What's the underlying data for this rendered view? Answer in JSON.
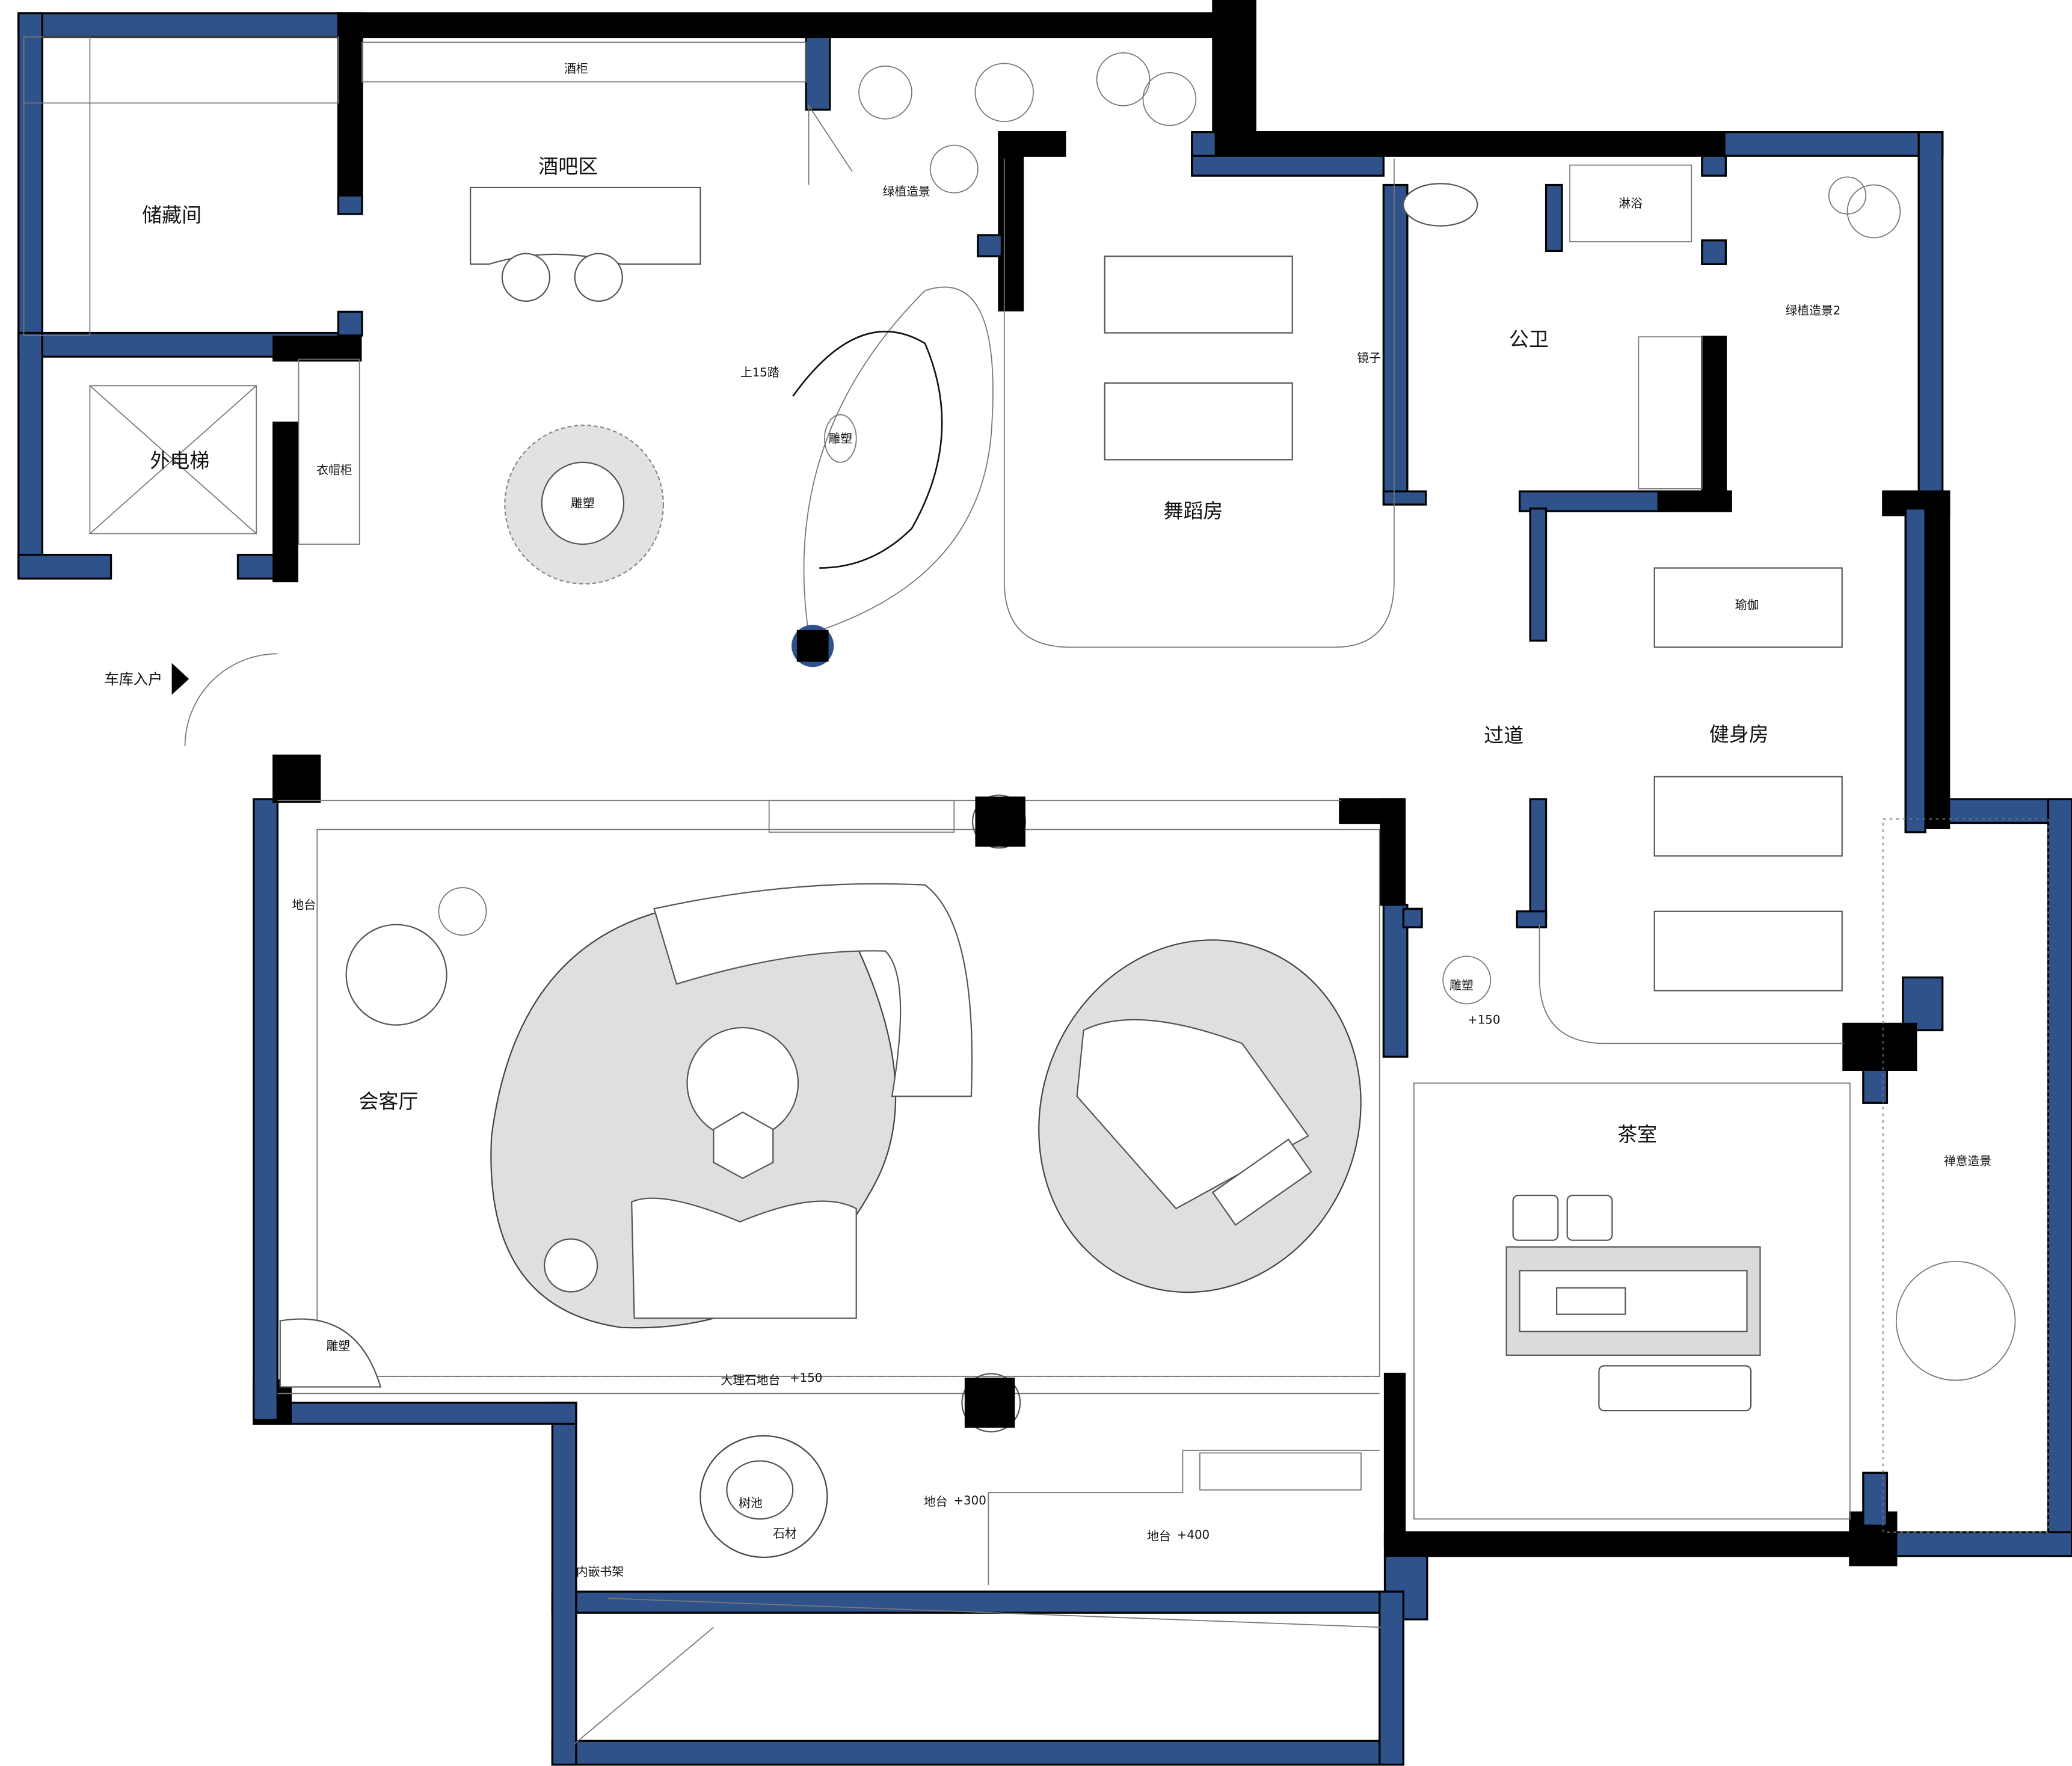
{
  "colors": {
    "wall_blue": "#2f528a",
    "wall_black": "#000000",
    "rug": "#e0dfdf"
  },
  "rooms": {
    "wine_cabinet": "酒柜",
    "storage": "储藏间",
    "bar": "酒吧区",
    "greenery": "绿植造景",
    "stairs": "上15踏",
    "stair_sculpture": "雕塑",
    "bar_sculpture": "雕塑",
    "elevator": "外电梯",
    "wardrobe": "衣帽柜",
    "garage_entry": "车库入户",
    "dance_room": "舞蹈房",
    "mirror": "镜子",
    "shower": "淋浴",
    "bathroom": "公卫",
    "greenery2": "绿植造景2",
    "yoga": "瑜伽",
    "corridor": "过道",
    "gym": "健身房",
    "platform": "地台",
    "living_room": "会客厅",
    "corridor_sculpture": "雕塑",
    "corridor_level": "+150",
    "tea_room": "茶室",
    "zen_garden": "禅意造景",
    "corner_sculpture": "雕塑",
    "marble_platform": "大理石地台",
    "marble_level": "+150",
    "tree_pit": "树池",
    "stone": "石材",
    "platform_300": "地台",
    "level_300": "+300",
    "platform_400": "地台",
    "level_400": "+400",
    "bookshelf": "内嵌书架"
  }
}
